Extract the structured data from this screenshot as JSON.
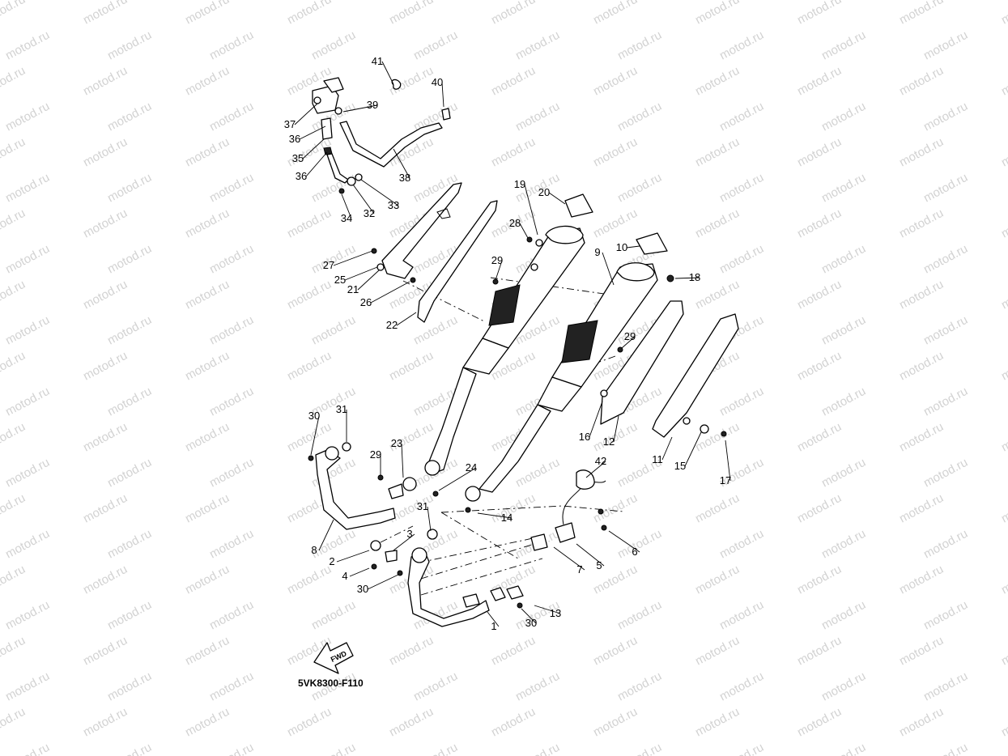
{
  "watermark": {
    "text": "motod.ru"
  },
  "diagram": {
    "code": "5VK8300-F110",
    "fwd_label": "FWD",
    "callouts": [
      {
        "id": "c1",
        "text": "1"
      },
      {
        "id": "c2",
        "text": "2"
      },
      {
        "id": "c3",
        "text": "3"
      },
      {
        "id": "c4",
        "text": "4"
      },
      {
        "id": "c5",
        "text": "5"
      },
      {
        "id": "c6",
        "text": "6"
      },
      {
        "id": "c7",
        "text": "7"
      },
      {
        "id": "c8",
        "text": "8"
      },
      {
        "id": "c9",
        "text": "9"
      },
      {
        "id": "c10",
        "text": "10"
      },
      {
        "id": "c11",
        "text": "11"
      },
      {
        "id": "c12",
        "text": "12"
      },
      {
        "id": "c13",
        "text": "13"
      },
      {
        "id": "c14",
        "text": "14"
      },
      {
        "id": "c15",
        "text": "15"
      },
      {
        "id": "c16",
        "text": "16"
      },
      {
        "id": "c17",
        "text": "17"
      },
      {
        "id": "c18",
        "text": "18"
      },
      {
        "id": "c19",
        "text": "19"
      },
      {
        "id": "c20",
        "text": "20"
      },
      {
        "id": "c21",
        "text": "21"
      },
      {
        "id": "c22",
        "text": "22"
      },
      {
        "id": "c23",
        "text": "23"
      },
      {
        "id": "c24",
        "text": "24"
      },
      {
        "id": "c25",
        "text": "25"
      },
      {
        "id": "c26",
        "text": "26"
      },
      {
        "id": "c27",
        "text": "27"
      },
      {
        "id": "c28",
        "text": "28"
      },
      {
        "id": "c29a",
        "text": "29"
      },
      {
        "id": "c29b",
        "text": "29"
      },
      {
        "id": "c29c",
        "text": "29"
      },
      {
        "id": "c30a",
        "text": "30"
      },
      {
        "id": "c30b",
        "text": "30"
      },
      {
        "id": "c30c",
        "text": "30"
      },
      {
        "id": "c31a",
        "text": "31"
      },
      {
        "id": "c31b",
        "text": "31"
      },
      {
        "id": "c32",
        "text": "32"
      },
      {
        "id": "c33",
        "text": "33"
      },
      {
        "id": "c34",
        "text": "34"
      },
      {
        "id": "c35",
        "text": "35"
      },
      {
        "id": "c36a",
        "text": "36"
      },
      {
        "id": "c36b",
        "text": "36"
      },
      {
        "id": "c37",
        "text": "37"
      },
      {
        "id": "c38",
        "text": "38"
      },
      {
        "id": "c39",
        "text": "39"
      },
      {
        "id": "c40",
        "text": "40"
      },
      {
        "id": "c41",
        "text": "41"
      },
      {
        "id": "c42",
        "text": "42"
      }
    ]
  }
}
